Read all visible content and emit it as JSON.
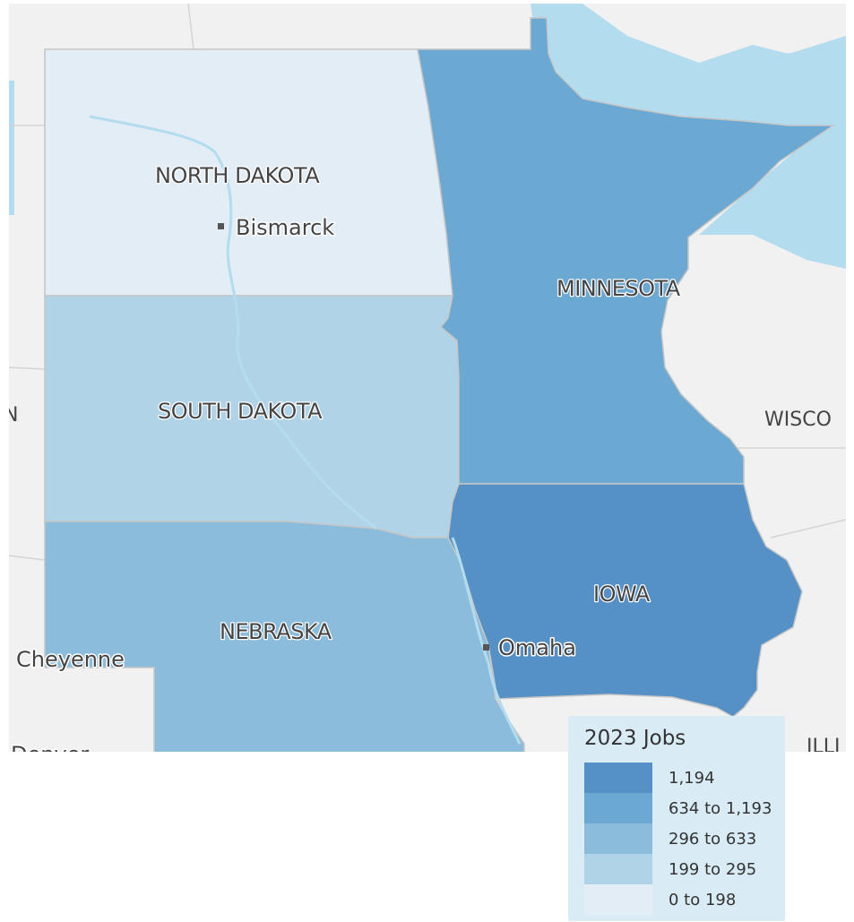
{
  "map": {
    "states": [
      {
        "name": "NORTH DAKOTA",
        "color": "#e3edf6"
      },
      {
        "name": "SOUTH DAKOTA",
        "color": "#b1d3e8"
      },
      {
        "name": "NEBRASKA",
        "color": "#8bbcdc"
      },
      {
        "name": "MINNESOTA",
        "color": "#6ba8d2"
      },
      {
        "name": "IOWA",
        "color": "#5591c6"
      }
    ],
    "neighbor_labels": [
      "WISCO",
      "ILLI",
      "N"
    ],
    "cities": [
      "Bismarck",
      "Omaha",
      "Cheyenne",
      "Denver"
    ],
    "water_color": "#b3dcef",
    "land_color": "#f1f1f1"
  },
  "legend": {
    "title": "2023 Jobs",
    "items": [
      {
        "label": "1,194",
        "color": "#5591c6"
      },
      {
        "label": "634 to 1,193",
        "color": "#6ba8d2"
      },
      {
        "label": "296 to 633",
        "color": "#8bbcdc"
      },
      {
        "label": "199 to 295",
        "color": "#b1d3e8"
      },
      {
        "label": "0 to 198",
        "color": "#e3edf6"
      }
    ]
  }
}
